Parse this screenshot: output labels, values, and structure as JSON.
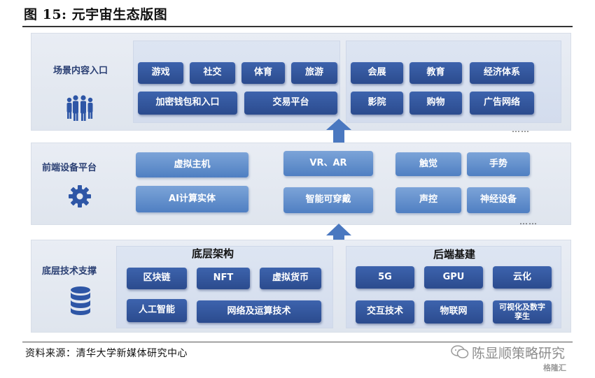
{
  "figure_title": "图 15:  元宇宙生态版图",
  "source": "资料来源：清华大学新媒体研究中心",
  "watermark": "陈显顺策略研究",
  "watermark_small": "格隆汇",
  "layers": {
    "scene": {
      "label": "场景内容入口",
      "icon": "people-group-icon",
      "left_nodes": [
        "游戏",
        "社交",
        "体育",
        "旅游",
        "加密钱包和入口",
        "交易平台"
      ],
      "right_nodes": [
        "会展",
        "教育",
        "经济体系",
        "影院",
        "购物",
        "广告网络"
      ],
      "ellipsis": "……"
    },
    "device": {
      "label": "前端设备平台",
      "icon": "gear-icon",
      "nodes": [
        "虚拟主机",
        "AI计算实体",
        "VR、AR",
        "智能可穿戴",
        "触觉",
        "手势",
        "声控",
        "神经设备"
      ],
      "ellipsis": "……"
    },
    "tech": {
      "label": "底层技术支撑",
      "icon": "database-icon",
      "left_title": "底层架构",
      "left_nodes": [
        "区块链",
        "NFT",
        "虚拟货币",
        "人工智能",
        "网络及运算技术"
      ],
      "right_title": "后端基建",
      "right_nodes": [
        "5G",
        "GPU",
        "云化",
        "交互技术",
        "物联网",
        "可视化及数字孪生"
      ]
    }
  },
  "colors": {
    "node_dark": "#2f4f93",
    "node_light": "#5b89c8",
    "arrow": "#4a78c0",
    "label": "#2a3f73"
  }
}
